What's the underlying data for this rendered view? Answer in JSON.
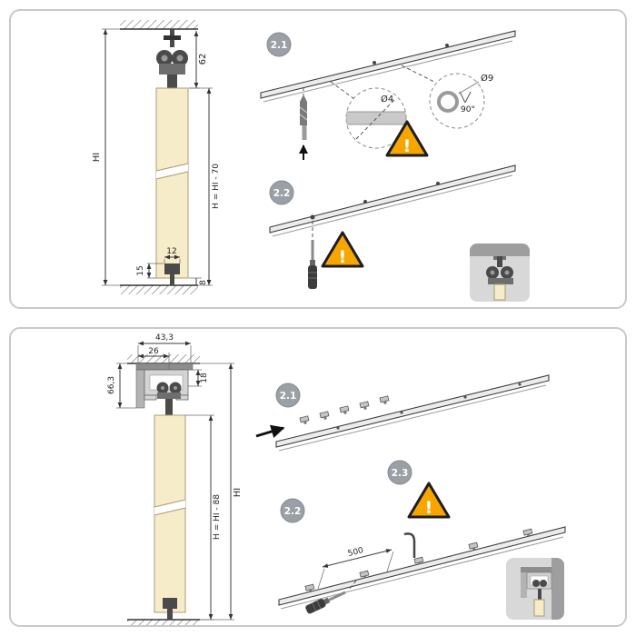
{
  "colors": {
    "panel_border": "#c9c9c9",
    "door_fill": "#f7ecc9",
    "badge_bg": "#9aa0a6",
    "warning_fill": "#f7a600",
    "warning_border": "#1d1d1b",
    "rail_fill": "#ececec",
    "inset_bg": "#d8d8d8"
  },
  "panel_top": {
    "steps": [
      {
        "label": "2.1"
      },
      {
        "label": "2.2"
      }
    ],
    "callouts": {
      "drill_diameter": "Ø4",
      "countersink_angle": "90°",
      "countersink_diameter": "Ø9"
    },
    "dims": {
      "hanger_height": "62",
      "total_height": "HI",
      "door_height": "H = HI - 70",
      "guide_width": "12",
      "guide_height": "15",
      "floor_gap": "8"
    },
    "warning": "!"
  },
  "panel_bottom": {
    "steps": [
      {
        "label": "2.1"
      },
      {
        "label": "2.2"
      },
      {
        "label": "2.3"
      }
    ],
    "dims": {
      "profile_depth": "43,3",
      "profile_inner": "26",
      "profile_height": "66,3",
      "top_clearance": "18",
      "total_height": "HI",
      "door_height": "H = HI - 88",
      "clip_spacing": "500"
    },
    "warning": "!"
  }
}
